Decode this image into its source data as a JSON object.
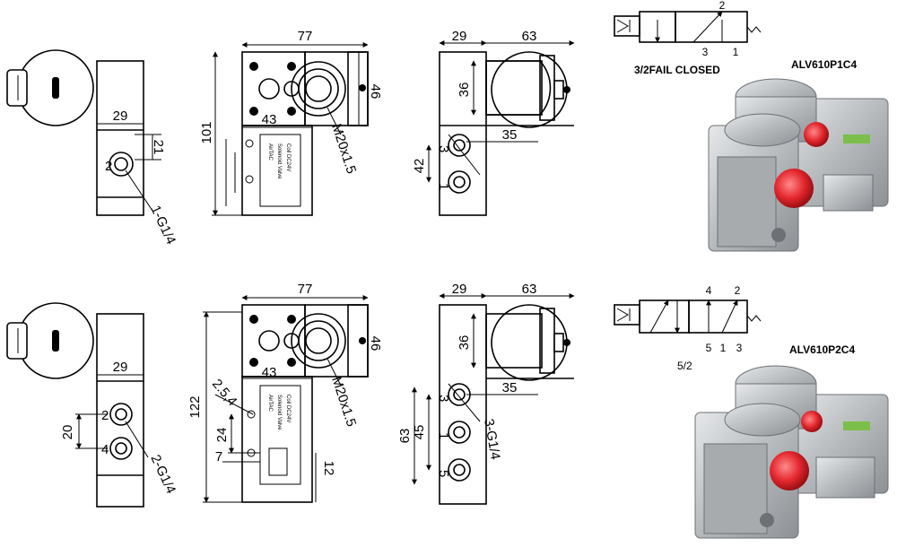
{
  "row1": {
    "side": {
      "width": "29",
      "height": "21",
      "port": "2",
      "thread": "1-G1/4"
    },
    "front": {
      "width": "77",
      "inner": "43",
      "height": "101",
      "depth": "46",
      "conduit": "M20x1.5"
    },
    "back": {
      "w1": "29",
      "w2": "63",
      "h1": "36",
      "w3": "35",
      "h2": "42",
      "ports": [
        "3",
        "1"
      ]
    },
    "symbol": {
      "port_top": "2",
      "port_left": "3",
      "port_right": "1",
      "type": "3/2FAIL CLOSED"
    },
    "model": "ALV610P1C4"
  },
  "row2": {
    "side": {
      "width": "29",
      "height": "20",
      "ports": [
        "2",
        "4"
      ],
      "thread": "2-G1/4"
    },
    "front": {
      "width": "77",
      "inner": "43",
      "height": "122",
      "depth": "46",
      "conduit": "M20x1.5",
      "d1": "2.5,4",
      "d2": "24",
      "d3": "7",
      "d4": "12"
    },
    "back": {
      "w1": "29",
      "w2": "63",
      "h1": "36",
      "w3": "35",
      "h2": "63",
      "h3": "45",
      "ports": [
        "3",
        "1",
        "5"
      ],
      "thread": "3-G1/4"
    },
    "symbol": {
      "port_top_left": "4",
      "port_top_right": "2",
      "bottom": [
        "5",
        "1",
        "3"
      ],
      "type": "5/2"
    },
    "model": "ALV610P2C4"
  },
  "colors": {
    "line": "#000000",
    "steel": "#b9bdc0",
    "red_cap": "#e3272e",
    "green_label": "#7bbf4a"
  }
}
